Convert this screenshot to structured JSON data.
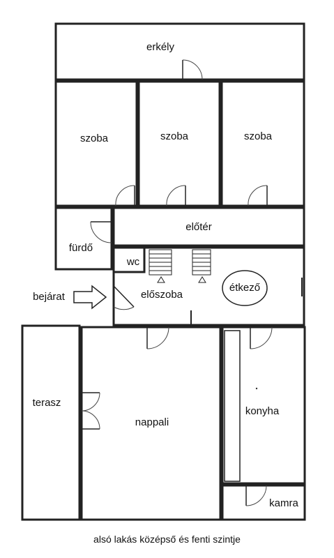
{
  "rooms": {
    "erkely": "erkély",
    "szoba1": "szoba",
    "szoba2": "szoba",
    "szoba3": "szoba",
    "furdo": "fürdő",
    "eloter": "előtér",
    "wc": "wc",
    "eloszoba": "előszoba",
    "etkezo": "étkező",
    "bejarat": "bejárat",
    "terasz": "terasz",
    "nappali": "nappali",
    "konyha": "konyha",
    "kamra": "kamra"
  },
  "caption": "alsó lakás középső és fenti szintje"
}
